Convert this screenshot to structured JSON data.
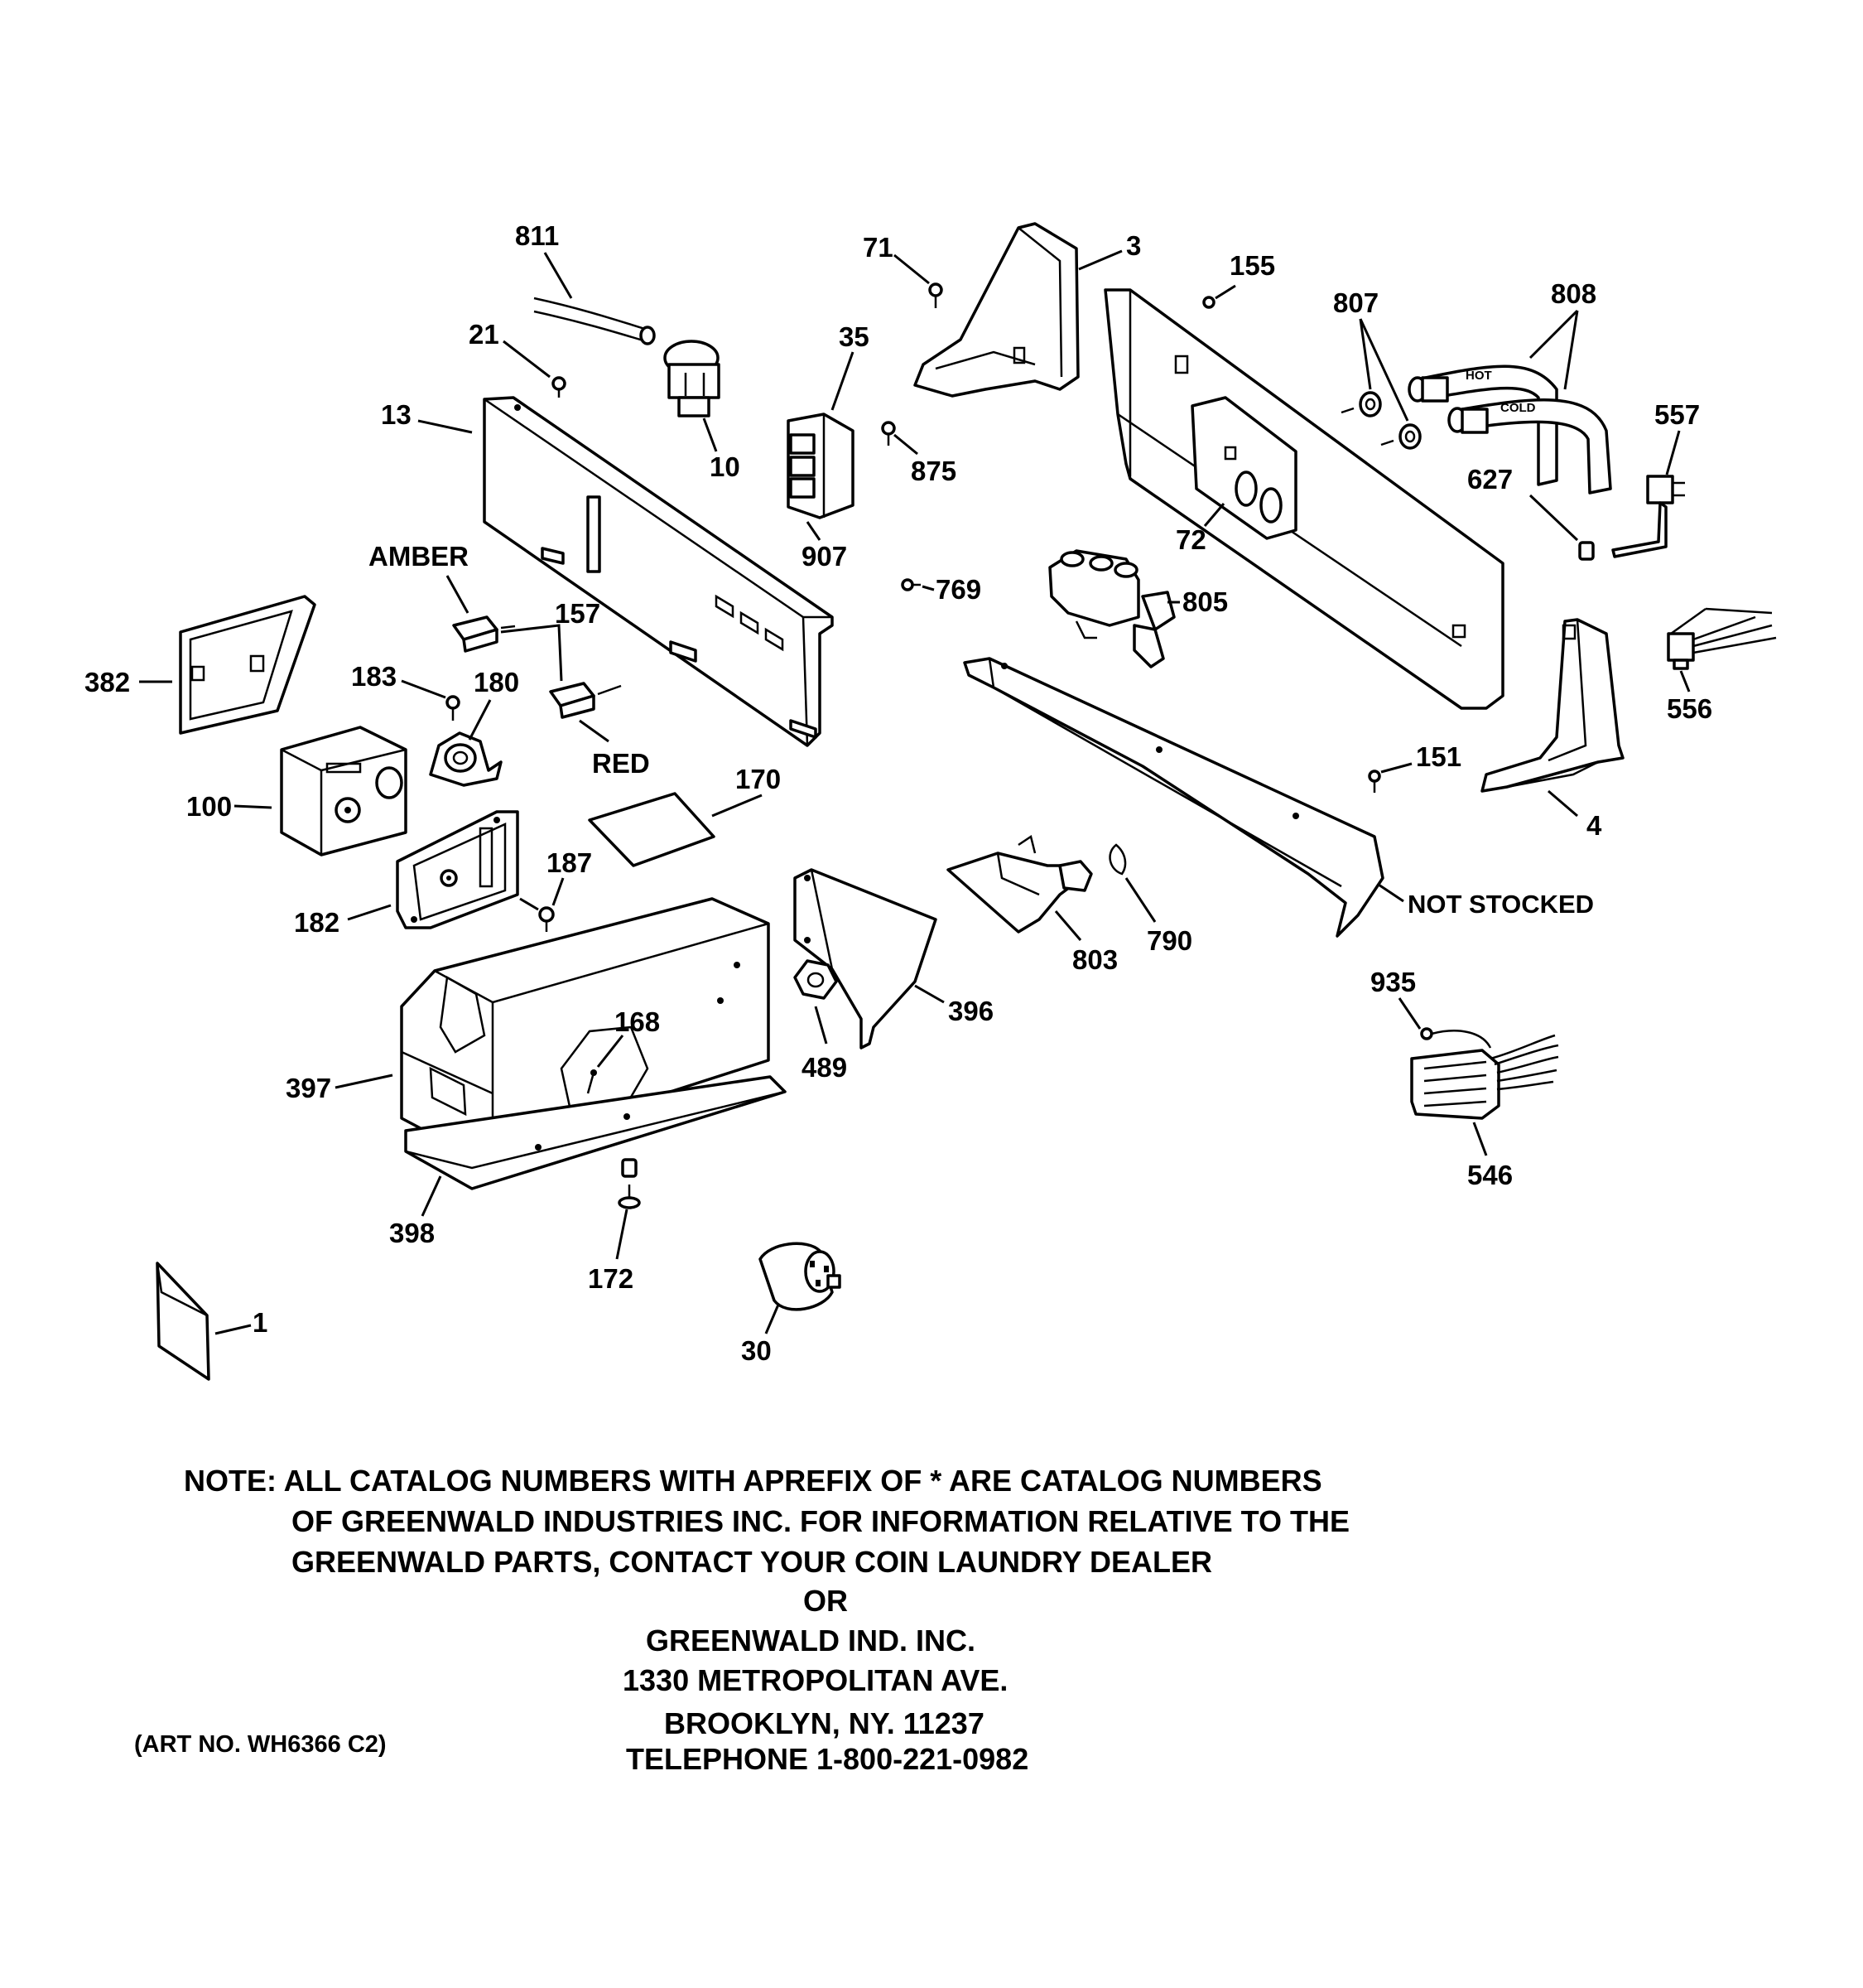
{
  "callouts": {
    "c811": "811",
    "c71": "71",
    "c3": "3",
    "c155": "155",
    "c807": "807",
    "c808": "808",
    "c21": "21",
    "c35": "35",
    "c13": "13",
    "c10": "10",
    "c875": "875",
    "c557": "557",
    "c627": "627",
    "c72": "72",
    "c907": "907",
    "c769": "769",
    "c805": "805",
    "c157": "157",
    "c382": "382",
    "c183": "183",
    "c180": "180",
    "c556": "556",
    "c170": "170",
    "c151": "151",
    "c100": "100",
    "c4": "4",
    "c187": "187",
    "c182": "182",
    "c790": "790",
    "c803": "803",
    "c396": "396",
    "c935": "935",
    "c168": "168",
    "c489": "489",
    "c397": "397",
    "c546": "546",
    "c398": "398",
    "c172": "172",
    "c1": "1",
    "c30": "30"
  },
  "labels": {
    "amber": "AMBER",
    "red": "RED",
    "not_stocked": "NOT STOCKED",
    "hot": "HOT",
    "cold": "COLD"
  },
  "note": {
    "line1": "NOTE: ALL CATALOG NUMBERS WITH APREFIX OF * ARE CATALOG NUMBERS",
    "line2": "OF GREENWALD INDUSTRIES INC. FOR INFORMATION RELATIVE TO THE",
    "line3": "GREENWALD PARTS, CONTACT YOUR COIN LAUNDRY DEALER",
    "line4": "OR",
    "line5": "GREENWALD IND. INC.",
    "line6": "1330 METROPOLITAN AVE.",
    "line7": "BROOKLYN, NY. 11237",
    "line8": "TELEPHONE 1-800-221-0982"
  },
  "art_no": "(ART NO. WH6366 C2)"
}
